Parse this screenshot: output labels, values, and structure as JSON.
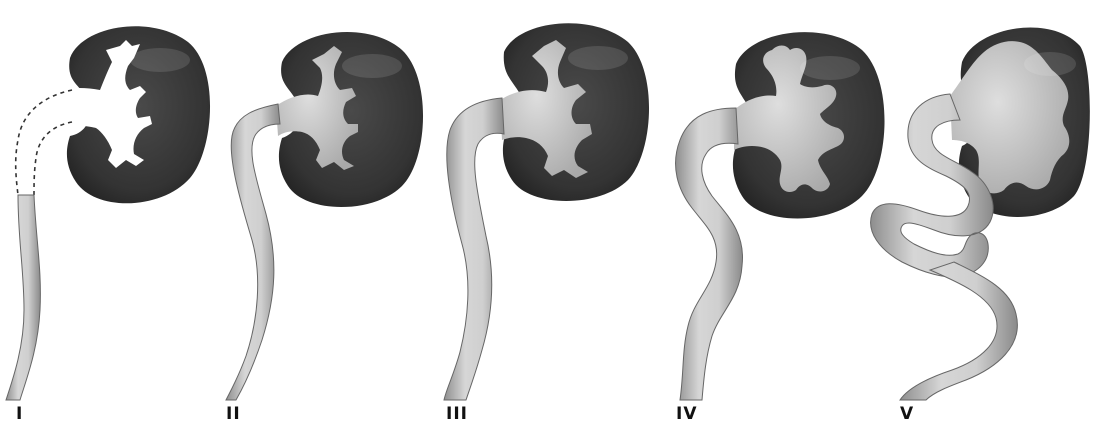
{
  "figure": {
    "grades": [
      {
        "label": "I",
        "shape": "kidney-with-normal-calyces-dashed-ureter-reflux"
      },
      {
        "label": "II",
        "shape": "kidney-with-normal-calyces-filled-ureter"
      },
      {
        "label": "III",
        "shape": "kidney-mild-calyceal-dilation-wider-ureter"
      },
      {
        "label": "IV",
        "shape": "kidney-moderate-dilation-tortuous-ureter"
      },
      {
        "label": "V",
        "shape": "kidney-severe-dilation-very-tortuous-ureter"
      }
    ],
    "colors": {
      "kidney_parenchyma": "#3a3a3a",
      "collecting_system": "#c8c8c8",
      "ureter": "#c4c4c4",
      "outline": "#555555",
      "background": "#ffffff"
    }
  }
}
